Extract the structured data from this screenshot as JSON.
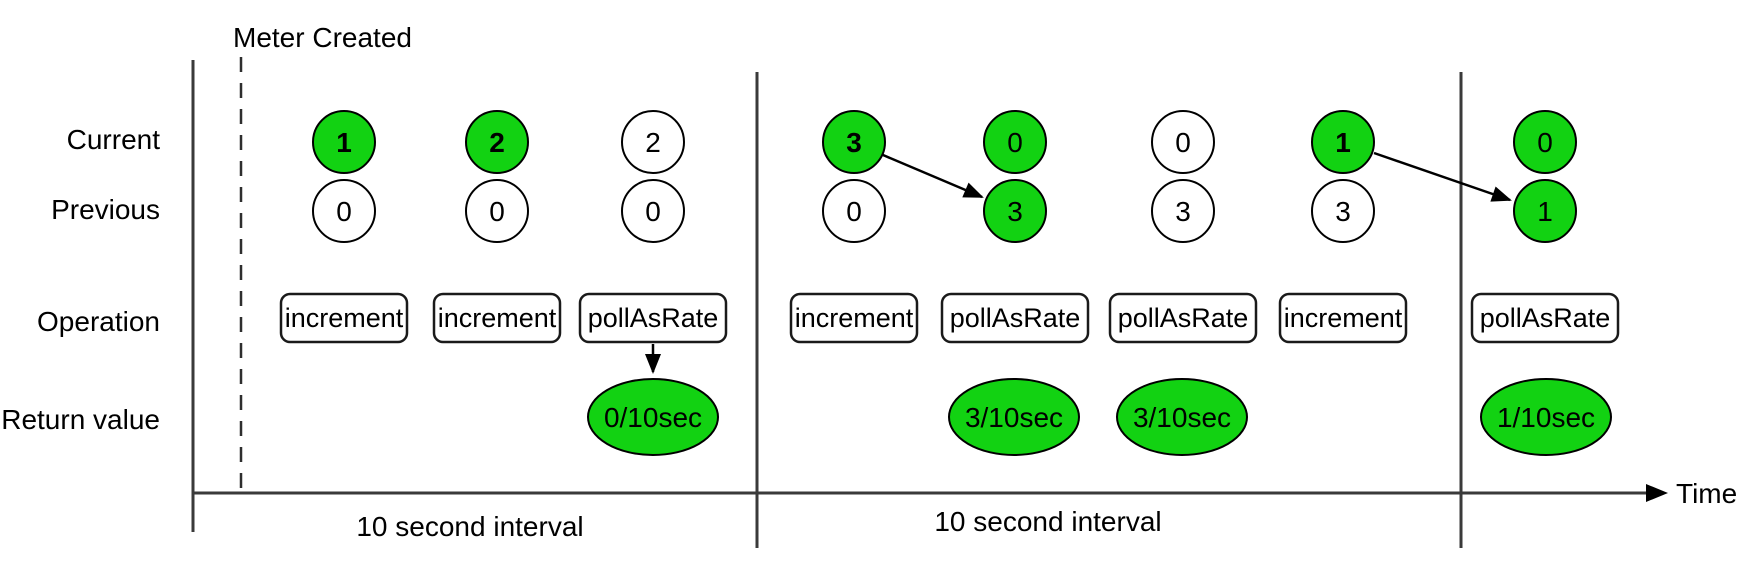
{
  "diagram": {
    "meter_created_label": "Meter Created",
    "time_axis_label": "Time",
    "row_labels": {
      "current": "Current",
      "previous": "Previous",
      "operation": "Operation",
      "return_value": "Return value"
    },
    "intervals": [
      {
        "label": "10 second interval"
      },
      {
        "label": "10 second interval"
      }
    ],
    "colors": {
      "highlight_green": "#12D212",
      "plain_white": "#ffffff",
      "line": "#3a3a3a",
      "stroke": "#000000"
    },
    "columns": [
      {
        "current": {
          "value": "1",
          "fill": "#12D212",
          "weight": "bold"
        },
        "previous": {
          "value": "0",
          "fill": "#ffffff",
          "weight": "normal"
        },
        "operation": "increment"
      },
      {
        "current": {
          "value": "2",
          "fill": "#12D212",
          "weight": "bold"
        },
        "previous": {
          "value": "0",
          "fill": "#ffffff",
          "weight": "normal"
        },
        "operation": "increment"
      },
      {
        "current": {
          "value": "2",
          "fill": "#ffffff",
          "weight": "normal"
        },
        "previous": {
          "value": "0",
          "fill": "#ffffff",
          "weight": "normal"
        },
        "operation": "pollAsRate",
        "return_value": {
          "value": "0/10sec",
          "fill": "#12D212"
        }
      },
      {
        "current": {
          "value": "3",
          "fill": "#12D212",
          "weight": "bold"
        },
        "previous": {
          "value": "0",
          "fill": "#ffffff",
          "weight": "normal"
        },
        "operation": "increment"
      },
      {
        "current": {
          "value": "0",
          "fill": "#12D212",
          "weight": "normal"
        },
        "previous": {
          "value": "3",
          "fill": "#12D212",
          "weight": "normal"
        },
        "operation": "pollAsRate",
        "return_value": {
          "value": "3/10sec",
          "fill": "#12D212"
        }
      },
      {
        "current": {
          "value": "0",
          "fill": "#ffffff",
          "weight": "normal"
        },
        "previous": {
          "value": "3",
          "fill": "#ffffff",
          "weight": "normal"
        },
        "operation": "pollAsRate",
        "return_value": {
          "value": "3/10sec",
          "fill": "#12D212"
        }
      },
      {
        "current": {
          "value": "1",
          "fill": "#12D212",
          "weight": "bold"
        },
        "previous": {
          "value": "3",
          "fill": "#ffffff",
          "weight": "normal"
        },
        "operation": "increment"
      },
      {
        "current": {
          "value": "0",
          "fill": "#12D212",
          "weight": "normal"
        },
        "previous": {
          "value": "1",
          "fill": "#12D212",
          "weight": "normal"
        },
        "operation": "pollAsRate",
        "return_value": {
          "value": "1/10sec",
          "fill": "#12D212"
        }
      }
    ]
  }
}
